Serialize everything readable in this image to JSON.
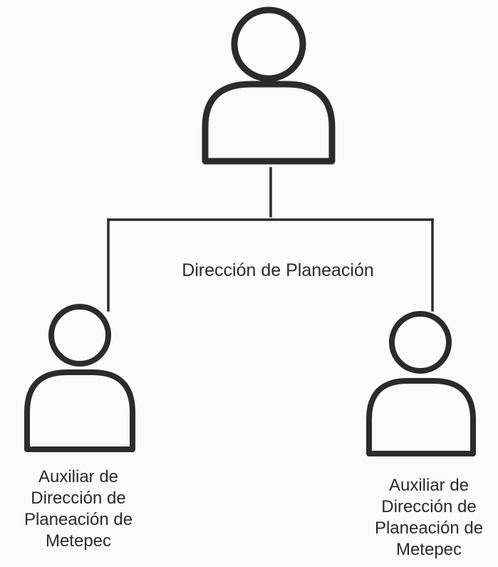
{
  "diagram": {
    "top_node": {
      "icon": "person-icon",
      "label": "Dirección de Planeación"
    },
    "children": [
      {
        "icon": "person-icon",
        "label": "Auxiliar de\nDirección de\nPlaneación de\nMetepec"
      },
      {
        "icon": "person-icon",
        "label": "Auxiliar de\nDirección de\nPlaneación de\nMetepec"
      }
    ],
    "colors": {
      "stroke": "#2b2b2b",
      "text": "#2a2a2a",
      "background": "#fbfbfb"
    }
  }
}
